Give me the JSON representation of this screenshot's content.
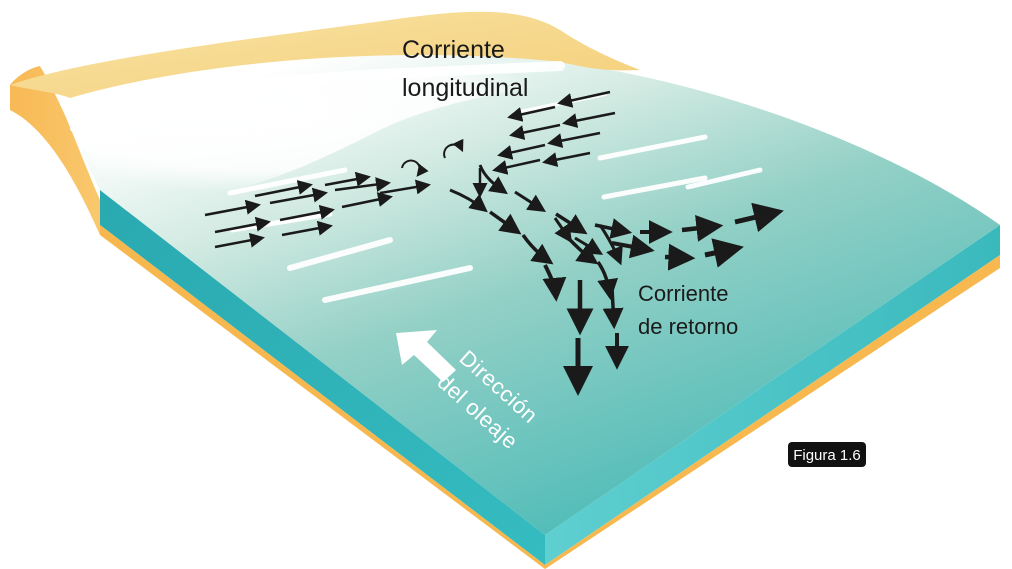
{
  "labels": {
    "longshore_line1": "Corriente",
    "longshore_line2": "longitudinal",
    "rip_line1": "Corriente",
    "rip_line2": "de retorno",
    "wave_line1": "Dirección",
    "wave_line2": "del oleaje",
    "figure_badge": "Figura 1.6"
  },
  "colors": {
    "sand": "#f7d98c",
    "sand_side": "#f5b74e",
    "water_side": "#2fb3b8",
    "water_shallow": "#d7ece4",
    "water_deep": "#4cbcb9",
    "arrow": "#1a1a1a",
    "foam": "#ffffff",
    "badge": "#111111"
  }
}
